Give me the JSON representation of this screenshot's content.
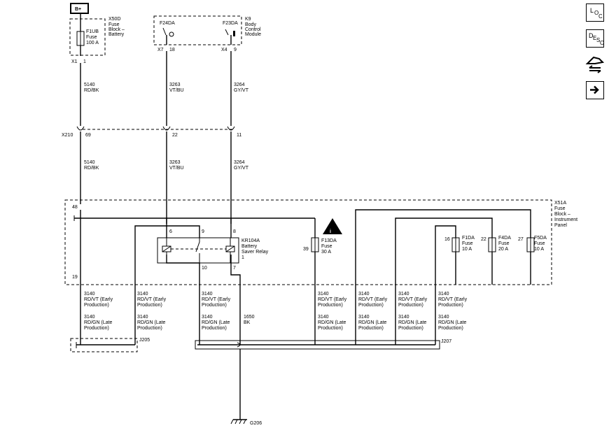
{
  "battery": "B+",
  "x50d": {
    "id": "X50D",
    "name_lines": [
      "Fuse",
      "Block –",
      "Battery"
    ],
    "fuse_lines": [
      "F1UB",
      "Fuse",
      "100 A"
    ],
    "conn": "X1",
    "pin": "1"
  },
  "k9": {
    "id": "K9",
    "name_lines": [
      "Body",
      "Control",
      "Module"
    ],
    "f24": "F24DA",
    "f23": "F23DA",
    "x7": "X7",
    "pin18": "18",
    "x4": "X4",
    "pin9": "9"
  },
  "wires_top": {
    "w5140": [
      "5140",
      "RD/BK"
    ],
    "w3263": [
      "3263",
      "VT/BU"
    ],
    "w3264": [
      "3264",
      "GY/VT"
    ]
  },
  "x210": {
    "id": "X210",
    "pins": [
      "69",
      "22",
      "11"
    ]
  },
  "wires_mid": {
    "w5140": [
      "5140",
      "RD/BK"
    ],
    "w3263": [
      "3263",
      "VT/BU"
    ],
    "w3264": [
      "3264",
      "GY/VT"
    ]
  },
  "x51a": {
    "id": "X51A",
    "name_lines": [
      "Fuse",
      "Block –",
      "Instrument",
      "Panel"
    ],
    "pin48": "48",
    "pin19": "19"
  },
  "relay": {
    "id": "KR104A",
    "name_lines": [
      "Battery",
      "Saver Relay",
      "1"
    ],
    "pins": [
      "6",
      "9",
      "8",
      "10",
      "7"
    ]
  },
  "fuses": [
    {
      "id": "F13DA",
      "line2": "Fuse",
      "rating": "30 A",
      "pin": "39"
    },
    {
      "id": "F1DA",
      "line2": "Fuse",
      "rating": "10 A",
      "pin": "16"
    },
    {
      "id": "F4DA",
      "line2": "Fuse",
      "rating": "20 A",
      "pin": "22"
    },
    {
      "id": "F5DA",
      "line2": "Fuse",
      "rating": "10 A",
      "pin": "27"
    }
  ],
  "wire_3140_early": [
    "3140",
    "RD/VT (Early",
    "Production)"
  ],
  "wire_3140_late": [
    "3140",
    "RD/GN (Late",
    "Production)"
  ],
  "wire_1650": [
    "1650",
    "BK"
  ],
  "j205": "J205",
  "j207": "J207",
  "ground": "G206",
  "side_buttons": {
    "loc": {
      "big": "L",
      "o": "O",
      "c": "C"
    },
    "desc": {
      "d": "D",
      "e": "E",
      "s": "S",
      "c": "C"
    }
  }
}
